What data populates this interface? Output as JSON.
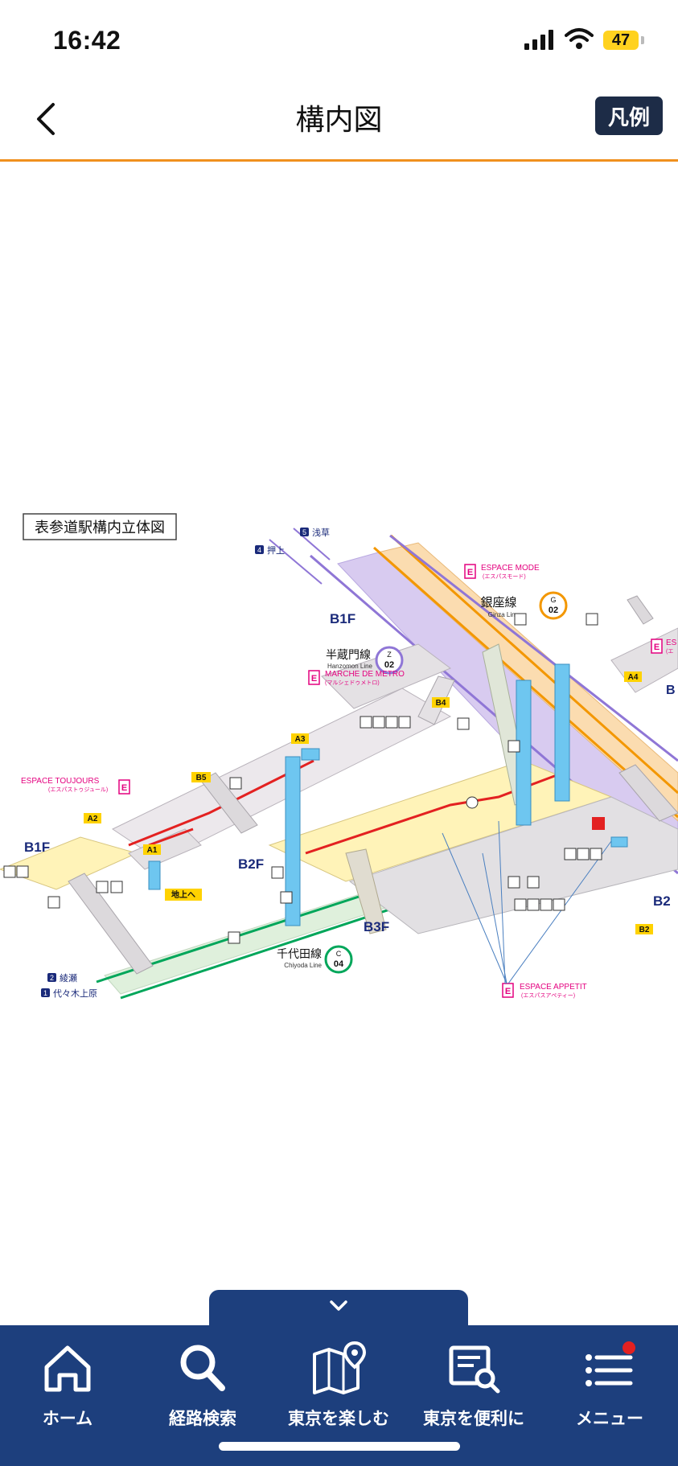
{
  "status_bar": {
    "time": "16:42",
    "battery": "47"
  },
  "nav": {
    "title": "構内図",
    "legend_button": "凡例"
  },
  "map": {
    "title_box": "表参道駅構内立体図",
    "floor_labels": {
      "b1f_top": "B1F",
      "b1f_left": "B1F",
      "b2f": "B2F",
      "b2f_right": "B2",
      "b3f": "B3F"
    },
    "lines": {
      "ginza": {
        "name": "銀座線",
        "en": "Ginza Line",
        "code_letter": "G",
        "code_number": "02",
        "color": "#f39700"
      },
      "hanzomon": {
        "name": "半蔵門線",
        "en": "Hanzomon Line",
        "code_letter": "Z",
        "code_number": "02",
        "color": "#8f76d6"
      },
      "chiyoda": {
        "name": "千代田線",
        "en": "Chiyoda Line",
        "code_letter": "C",
        "code_number": "04",
        "color": "#00bb85"
      }
    },
    "directions": {
      "asakusa_num": "5",
      "asakusa": "浅草",
      "oshiage_num": "4",
      "oshiage": "押上",
      "ayase_num": "2",
      "ayase": "綾瀬",
      "yoyogi_num": "1",
      "yoyogi": "代々木上原"
    },
    "shops": {
      "espace_mode": "ESPACE MODE",
      "espace_mode_kana": "(エスパスモード)",
      "marche": "MARCHE DE METRO",
      "marche_kana": "(マルシェドゥメトロ)",
      "toujours": "ESPACE TOUJOURS",
      "toujours_kana": "(エスパストゥジュール)",
      "appetit": "ESPACE APPETIT",
      "appetit_kana": "(エスパスアペティー)",
      "right_cut": "ES",
      "right_cut_kana": "(エ"
    },
    "exits": {
      "a2": "A2",
      "a1": "A1",
      "a3": "A3",
      "b5": "B5",
      "b4": "B4",
      "a4": "A4",
      "b2": "B2",
      "right_b": "B"
    },
    "ground_exit": "地上へ",
    "shop_mark": "E"
  },
  "bottom_nav": {
    "tabs": [
      {
        "label": "ホーム",
        "icon": "home-icon"
      },
      {
        "label": "経路検索",
        "icon": "search-icon"
      },
      {
        "label": "東京を楽しむ",
        "icon": "map-pin-icon"
      },
      {
        "label": "東京を便利に",
        "icon": "document-search-icon"
      },
      {
        "label": "メニュー",
        "icon": "menu-icon"
      }
    ]
  },
  "colors": {
    "nav_accent": "#f0901e",
    "bottom_nav_bg": "#1d3f7d",
    "legend_bg": "#1d2c47",
    "shop_pink": "#e4007f",
    "exit_yellow": "#ffd200",
    "elevator_blue": "#6ec6f0"
  }
}
